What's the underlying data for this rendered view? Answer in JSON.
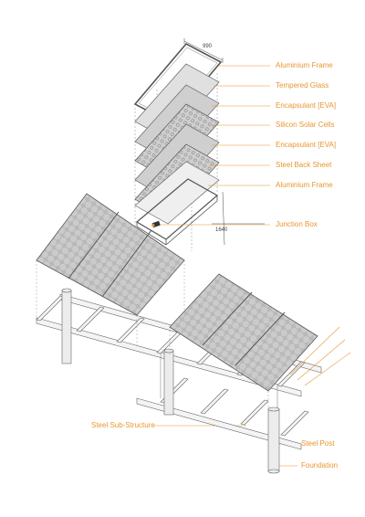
{
  "dimensions": {
    "width_label": "990",
    "height_label": "1640"
  },
  "layers": [
    {
      "id": "frame-top",
      "label": "Aluminium Frame"
    },
    {
      "id": "glass",
      "label": "Tempered Glass"
    },
    {
      "id": "eva-top",
      "label": "Encapsulant [EVA]"
    },
    {
      "id": "cells",
      "label": "Silicon Solar Cells"
    },
    {
      "id": "eva-bottom",
      "label": "Encapsulant [EVA]"
    },
    {
      "id": "backsheet",
      "label": "Steel Back Sheet"
    },
    {
      "id": "frame-bottom",
      "label": "Aluminium Frame"
    },
    {
      "id": "junction",
      "label": "Junction Box"
    }
  ],
  "structure_labels": {
    "substructure": "Steel Sub-Structure",
    "post": "Steel Post",
    "foundation": "Foundation"
  },
  "colors": {
    "accent": "#e8962e",
    "line": "#555555",
    "panel_fill": "#d2d2d2"
  }
}
